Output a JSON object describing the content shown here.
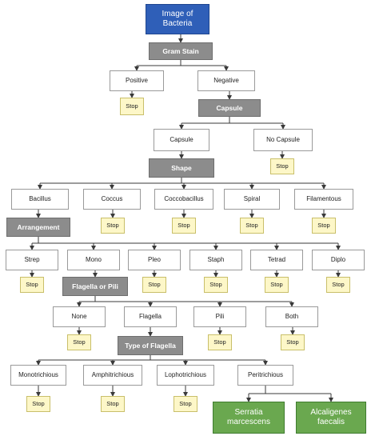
{
  "colors": {
    "root": "#2f5fb8",
    "decision": "#8c8c8c",
    "stop": "#fdf7c8",
    "result": "#6aa84f",
    "line": "#3a3a3a"
  },
  "nodes": {
    "root": "Image of Bacteria",
    "gram_stain": "Gram Stain",
    "positive": "Positive",
    "negative": "Negative",
    "capsule_q": "Capsule",
    "capsule": "Capsule",
    "no_capsule": "No Capsule",
    "shape": "Shape",
    "bacillus": "Bacillus",
    "coccus": "Coccus",
    "coccobacillus": "Coccobacillus",
    "spiral": "Spiral",
    "filamentous": "Filamentous",
    "arrangement": "Arrangement",
    "strep": "Strep",
    "mono": "Mono",
    "pleo": "Pleo",
    "staph": "Staph",
    "tetrad": "Tetrad",
    "diplo": "Diplo",
    "flagella_or_pili": "Flagella or Pili",
    "none": "None",
    "flagella": "Flagella",
    "pili": "Pili",
    "both": "Both",
    "type_of_flagella": "Type of Flagella",
    "monotrichious": "Monotrichious",
    "amphitrichious": "Amphitrichious",
    "lophotrichious": "Lophotrichious",
    "peritrichious": "Peritrichious",
    "serratia": "Serratia marcescens",
    "alcaligenes": "Alcaligenes faecalis",
    "stop": "Stop"
  }
}
